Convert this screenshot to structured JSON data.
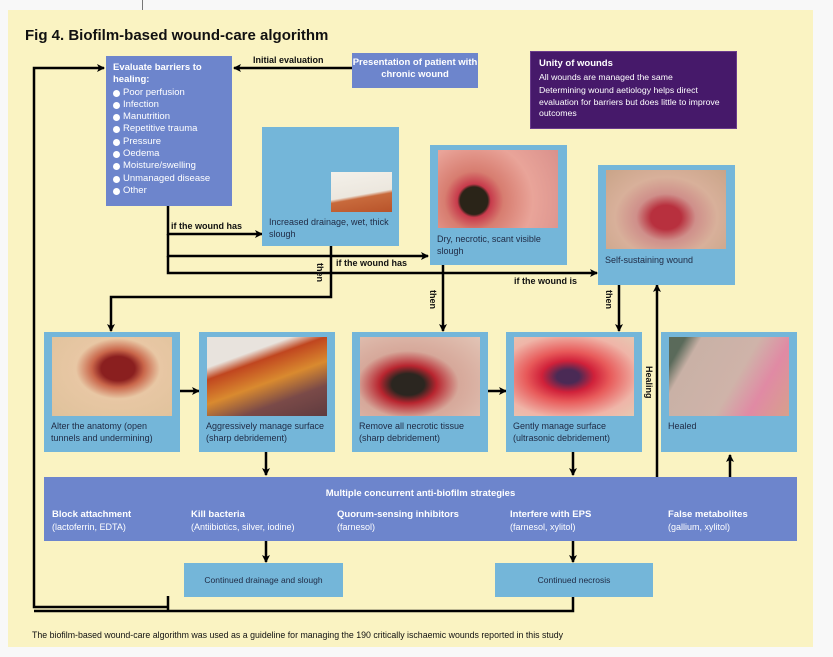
{
  "figure": {
    "title": "Fig 4. Biofilm-based wound-care algorithm",
    "footer": "The biofilm-based wound-care algorithm was used as a guideline for managing the 190 critically ischaemic wounds reported in this study"
  },
  "evaluate": {
    "heading": "Evaluate barriers to healing:",
    "items": [
      "Poor perfusion",
      "Infection",
      "Manutrition",
      "Repetitive trauma",
      "Pressure",
      "Oedema",
      "Moisture/swelling",
      "Unmanaged disease",
      "Other"
    ]
  },
  "presentation": {
    "label": "Presentation of patient with chronic wound"
  },
  "unity": {
    "heading": "Unity of wounds",
    "line1": "All wounds are managed the same",
    "line2": "Determining wound aetiology helps direct evaluation for barriers but does little to improve outcomes"
  },
  "conditions": [
    {
      "caption": "Increased drainage, wet, thick slough",
      "photo": "sloughy-wound-photo"
    },
    {
      "caption": "Dry, necrotic, scant visible slough",
      "photo": "necrotic-wound-photo"
    },
    {
      "caption": "Self-sustaining wound",
      "photo": "self-sustaining-wound-photo"
    }
  ],
  "treatments": [
    {
      "caption": "Alter the anatomy (open tunnels and undermining)",
      "photo": "open-tunnels-photo"
    },
    {
      "caption": "Aggressively manage surface (sharp debridement)",
      "photo": "sharp-debridement-photo"
    },
    {
      "caption": "Remove all necrotic tissue (sharp debridement)",
      "photo": "necrotic-removal-photo"
    },
    {
      "caption": "Gently manage surface (ultrasonic debridement)",
      "photo": "ultrasonic-debridement-photo"
    },
    {
      "caption": "Healed",
      "photo": "healed-foot-photo"
    }
  ],
  "strategies": {
    "heading": "Multiple concurrent anti-biofilm strategies",
    "items": [
      {
        "name": "Block attachment",
        "detail": "(lactoferrin, EDTA)"
      },
      {
        "name": "Kill bacteria",
        "detail": "(Antiibiotics, silver, iodine)"
      },
      {
        "name": "Quorum-sensing inhibitors",
        "detail": "(farnesol)"
      },
      {
        "name": "Interfere with EPS",
        "detail": "(farnesol, xylitol)"
      },
      {
        "name": "False metabolites",
        "detail": "(gallium, xylitol)"
      }
    ]
  },
  "outcomes": {
    "drainage": "Continued drainage and slough",
    "necrosis": "Continued necrosis"
  },
  "arrow_labels": {
    "initial": "Initial evaluation",
    "if_has_1": "if the wound has",
    "if_has_2": "if the wound has",
    "if_is": "if the wound is",
    "then": "then",
    "healing": "Healing"
  },
  "colors": {
    "background": "#faf3c2",
    "blue_box": "#6d85cc",
    "sky_box": "#74b6d9",
    "purple_box": "#46196a"
  }
}
